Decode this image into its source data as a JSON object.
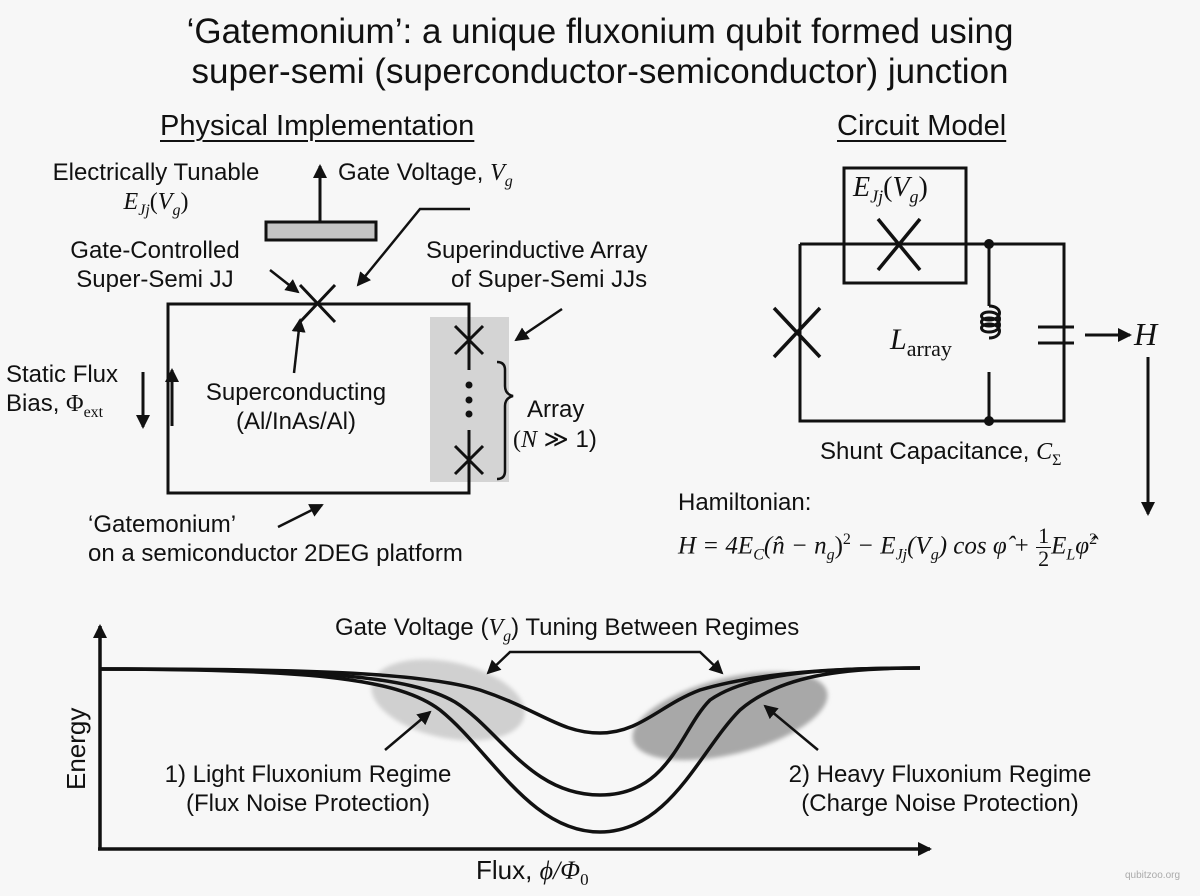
{
  "title": {
    "line1": "‘Gatemonium’: a unique fluxonium qubit formed using",
    "line2": "super-semi (superconductor-semiconductor) junction"
  },
  "physical": {
    "heading": "Physical Implementation",
    "tunable_label": "Electrically Tunable",
    "tunable_math_E": "E",
    "tunable_math_sub": "Jj",
    "tunable_math_arg": "(V",
    "tunable_math_argsub": "g",
    "tunable_math_close": ")",
    "gate_voltage_label": "Gate Voltage, ",
    "gate_voltage_symbol": "V",
    "gate_voltage_sub": "g",
    "gate_jj_label_1": "Gate-Controlled",
    "gate_jj_label_2": "Super-Semi JJ",
    "array_label_1": "Superinductive Array",
    "array_label_2": "of Super-Semi JJs",
    "flux_bias_label_1": "Static Flux",
    "flux_bias_label_2": "Bias, ",
    "flux_bias_symbol": "Φ",
    "flux_bias_sub": "ext",
    "loop_label_1": "Superconducting",
    "loop_label_2": "(Al/InAs/Al)",
    "array_brace_label": "Array",
    "array_n_open": "(",
    "array_n_symbol": "N",
    "array_n_rest": " ≫ 1)",
    "platform_label_1": "‘Gatemonium’",
    "platform_label_2": "on a semiconductor 2DEG platform"
  },
  "circuit": {
    "heading": "Circuit Model",
    "jj_E": "E",
    "jj_sub": "Jj",
    "jj_arg": "(V",
    "jj_argsub": "g",
    "jj_close": ")",
    "inductor_L": "L",
    "inductor_sub": "array",
    "output_H": "H",
    "shunt_label": "Shunt Capacitance, ",
    "shunt_C": "C",
    "shunt_sub": "Σ"
  },
  "hamiltonian": {
    "label": "Hamiltonian:",
    "eq_part1": "H = 4E",
    "eq_sub_C": "C",
    "eq_part2": "(n̂ − n",
    "eq_sub_g": "g",
    "eq_part3": ")",
    "eq_sq": "2",
    "eq_part4": " − E",
    "eq_sub_Jj": "Jj",
    "eq_part5": "(V",
    "eq_sub_g2": "g",
    "eq_part6": ") cos φ̂ + ",
    "eq_frac_num": "1",
    "eq_frac_den": "2",
    "eq_part7": "E",
    "eq_sub_L": "L",
    "eq_part8": "φ̂",
    "eq_sq2": "2"
  },
  "energy_plot": {
    "ylabel": "Energy",
    "xlabel_text": "Flux, ",
    "xlabel_phi": "ϕ/Φ",
    "xlabel_sub": "0",
    "tuning_label_1": "Gate Voltage (",
    "tuning_label_V": "V",
    "tuning_label_sub": "g",
    "tuning_label_2": ") Tuning Between Regimes",
    "light_label_1": "1) Light Fluxonium Regime",
    "light_label_2": "(Flux Noise Protection)",
    "heavy_label_1": "2) Heavy Fluxonium Regime",
    "heavy_label_2": "(Charge Noise Protection)",
    "colors": {
      "light_region": "#d0d0d0",
      "heavy_region": "#a8a8a8",
      "array_shade": "#d4d4d4",
      "gate_fill": "#c4c4c4"
    }
  },
  "watermark": "qubitzoo.org"
}
